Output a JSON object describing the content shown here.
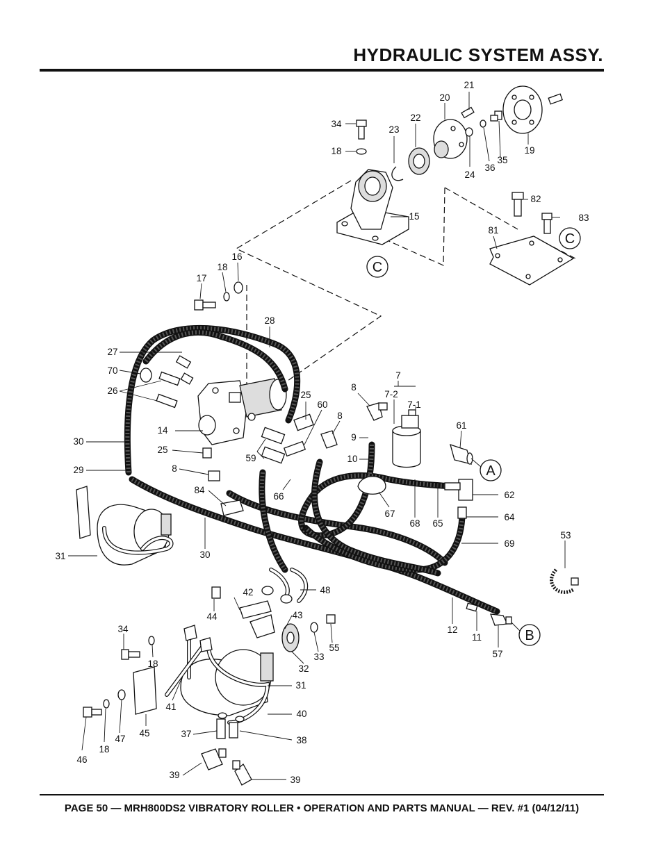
{
  "header": {
    "title": "HYDRAULIC SYSTEM ASSY."
  },
  "footer": {
    "text": "PAGE 50 — MRH800DS2 VIBRATORY ROLLER • OPERATION AND PARTS MANUAL — REV. #1 (04/12/11)"
  },
  "diagram": {
    "callouts": [
      {
        "id": "C1",
        "text": "C"
      },
      {
        "id": "C2",
        "text": "C"
      },
      {
        "id": "A",
        "text": "A"
      },
      {
        "id": "B",
        "text": "B"
      }
    ],
    "labels": [
      {
        "id": "l21",
        "text": "21"
      },
      {
        "id": "l20",
        "text": "20"
      },
      {
        "id": "l34a",
        "text": "34"
      },
      {
        "id": "l23",
        "text": "23"
      },
      {
        "id": "l22",
        "text": "22"
      },
      {
        "id": "l18a",
        "text": "18"
      },
      {
        "id": "l24",
        "text": "24"
      },
      {
        "id": "l36",
        "text": "36"
      },
      {
        "id": "l35",
        "text": "35"
      },
      {
        "id": "l19",
        "text": "19"
      },
      {
        "id": "l15",
        "text": "15"
      },
      {
        "id": "l82",
        "text": "82"
      },
      {
        "id": "l83",
        "text": "83"
      },
      {
        "id": "l81",
        "text": "81"
      },
      {
        "id": "l16",
        "text": "16"
      },
      {
        "id": "l18b",
        "text": "18"
      },
      {
        "id": "l17",
        "text": "17"
      },
      {
        "id": "l28",
        "text": "28"
      },
      {
        "id": "l27",
        "text": "27"
      },
      {
        "id": "l70",
        "text": "70"
      },
      {
        "id": "l26",
        "text": "26"
      },
      {
        "id": "l7",
        "text": "7"
      },
      {
        "id": "l8a",
        "text": "8"
      },
      {
        "id": "l7-2",
        "text": "7-2"
      },
      {
        "id": "l7-1",
        "text": "7-1"
      },
      {
        "id": "l25a",
        "text": "25"
      },
      {
        "id": "l60",
        "text": "60"
      },
      {
        "id": "l8b",
        "text": "8"
      },
      {
        "id": "l14",
        "text": "14"
      },
      {
        "id": "l30a",
        "text": "30"
      },
      {
        "id": "l25b",
        "text": "25"
      },
      {
        "id": "l61",
        "text": "61"
      },
      {
        "id": "l9",
        "text": "9"
      },
      {
        "id": "l10",
        "text": "10"
      },
      {
        "id": "l59",
        "text": "59"
      },
      {
        "id": "l29",
        "text": "29"
      },
      {
        "id": "l8c",
        "text": "8"
      },
      {
        "id": "l66",
        "text": "66"
      },
      {
        "id": "l84",
        "text": "84"
      },
      {
        "id": "l62",
        "text": "62"
      },
      {
        "id": "l67",
        "text": "67"
      },
      {
        "id": "l68",
        "text": "68"
      },
      {
        "id": "l65",
        "text": "65"
      },
      {
        "id": "l64",
        "text": "64"
      },
      {
        "id": "l31a",
        "text": "31"
      },
      {
        "id": "l30b",
        "text": "30"
      },
      {
        "id": "l69",
        "text": "69"
      },
      {
        "id": "l53",
        "text": "53"
      },
      {
        "id": "l48",
        "text": "48"
      },
      {
        "id": "l42",
        "text": "42"
      },
      {
        "id": "l44",
        "text": "44"
      },
      {
        "id": "l43",
        "text": "43"
      },
      {
        "id": "l12",
        "text": "12"
      },
      {
        "id": "l11",
        "text": "11"
      },
      {
        "id": "l57",
        "text": "57"
      },
      {
        "id": "l34b",
        "text": "34"
      },
      {
        "id": "l55",
        "text": "55"
      },
      {
        "id": "l33",
        "text": "33"
      },
      {
        "id": "l32",
        "text": "32"
      },
      {
        "id": "l18c",
        "text": "18"
      },
      {
        "id": "l31b",
        "text": "31"
      },
      {
        "id": "l41",
        "text": "41"
      },
      {
        "id": "l45",
        "text": "45"
      },
      {
        "id": "l40",
        "text": "40"
      },
      {
        "id": "l46",
        "text": "46"
      },
      {
        "id": "l18d",
        "text": "18"
      },
      {
        "id": "l47",
        "text": "47"
      },
      {
        "id": "l37",
        "text": "37"
      },
      {
        "id": "l38",
        "text": "38"
      },
      {
        "id": "l39a",
        "text": "39"
      },
      {
        "id": "l39b",
        "text": "39"
      }
    ]
  }
}
